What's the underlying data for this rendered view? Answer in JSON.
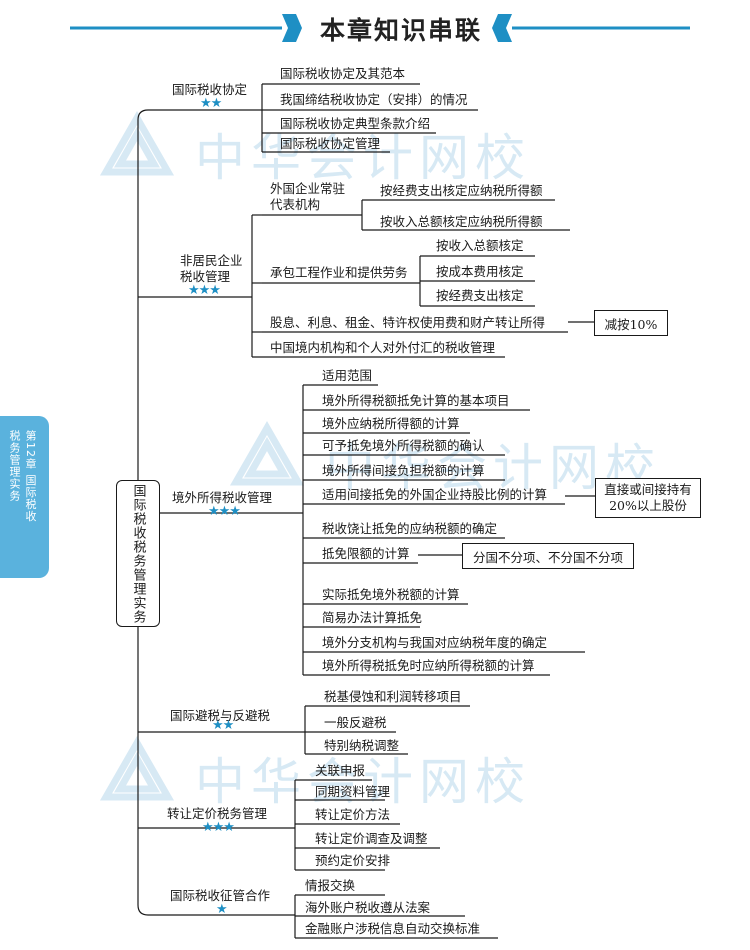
{
  "header": {
    "title": "本章知识串联"
  },
  "side_tab": {
    "line1": "第12章 国际税收",
    "line2": "税务管理实务"
  },
  "watermark": {
    "text": "中华会计网校"
  },
  "root": {
    "label": "国际税收税务管理实务"
  },
  "branches": [
    {
      "label": "国际税收协定",
      "stars": "★★",
      "items": [
        "国际税收协定及其范本",
        "我国缔结税收协定（安排）的情况",
        "国际税收协定典型条款介绍",
        "国际税收协定管理"
      ]
    },
    {
      "label_line1": "非居民企业",
      "label_line2": "税收管理",
      "stars": "★★★",
      "sub1": {
        "line1": "外国企业常驻",
        "line2": "代表机构",
        "items": [
          "按经费支出核定应纳税所得额",
          "按收入总额核定应纳税所得额"
        ]
      },
      "sub2": {
        "label": "承包工程作业和提供劳务",
        "items": [
          "按收入总额核定",
          "按成本费用核定",
          "按经费支出核定"
        ]
      },
      "sub3": {
        "label": "股息、利息、租金、特许权使用费和财产转让所得",
        "note": "减按10%"
      },
      "sub4": {
        "label": "中国境内机构和个人对外付汇的税收管理"
      }
    },
    {
      "label": "境外所得税收管理",
      "stars": "★★★",
      "items": [
        "适用范围",
        "境外所得税额抵免计算的基本项目",
        "境外应纳税所得额的计算",
        "可予抵免境外所得税额的确认",
        "境外所得间接负担税额的计算",
        "适用间接抵免的外国企业持股比例的计算",
        "税收饶让抵免的应纳税额的确定",
        "抵免限额的计算",
        "实际抵免境外税额的计算",
        "简易办法计算抵免",
        "境外分支机构与我国对应纳税年度的确定",
        "境外所得税抵免时应纳所得税额的计算"
      ],
      "note_holding_line1": "直接或间接持有",
      "note_holding_line2": "20%以上股份",
      "note_limit": "分国不分项、不分国不分项"
    },
    {
      "label": "国际避税与反避税",
      "stars": "★★",
      "items": [
        "税基侵蚀和利润转移项目",
        "一般反避税",
        "特别纳税调整"
      ]
    },
    {
      "label": "转让定价税务管理",
      "stars": "★★★",
      "items": [
        "关联申报",
        "同期资料管理",
        "转让定价方法",
        "转让定价调查及调整",
        "预约定价安排"
      ]
    },
    {
      "label": "国际税收征管合作",
      "stars": "★",
      "items": [
        "情报交换",
        "海外账户税收遵从法案",
        "金融账户涉税信息自动交换标准"
      ]
    }
  ],
  "colors": {
    "accent": "#1e8fc4",
    "tab": "#5ab2dd",
    "watermark": "#d7e9f4",
    "line": "#1a1a1a"
  }
}
